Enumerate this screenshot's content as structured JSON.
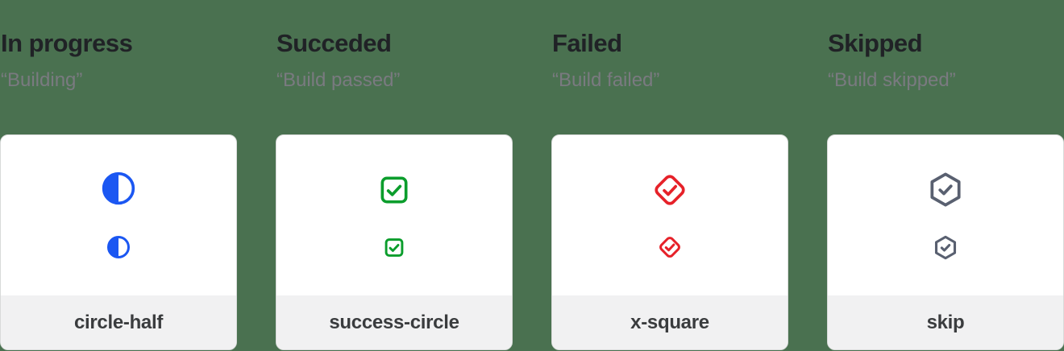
{
  "page": {
    "background_color": "#4a7150",
    "card_background": "#ffffff",
    "card_border_color": "#d8dad9",
    "card_footer_background": "#f1f1f2",
    "title_color": "#202226",
    "subtitle_color": "#7a7a80",
    "label_color": "#3a3c3e"
  },
  "columns": [
    {
      "title": "In progress",
      "subtitle": "“Building”",
      "icon": "circle-half-icon",
      "icon_color": "#1b57f2",
      "icon_label": "circle-half"
    },
    {
      "title": "Succeded",
      "subtitle": "“Build passed”",
      "icon": "check-square-icon",
      "icon_color": "#0b9d2c",
      "icon_label": "success-circle"
    },
    {
      "title": "Failed",
      "subtitle": "“Build failed”",
      "icon": "check-diamond-icon",
      "icon_color": "#e62129",
      "icon_label": "x-square"
    },
    {
      "title": "Skipped",
      "subtitle": "“Build skipped”",
      "icon": "check-hexagon-icon",
      "icon_color": "#596070",
      "icon_label": "skip"
    }
  ]
}
